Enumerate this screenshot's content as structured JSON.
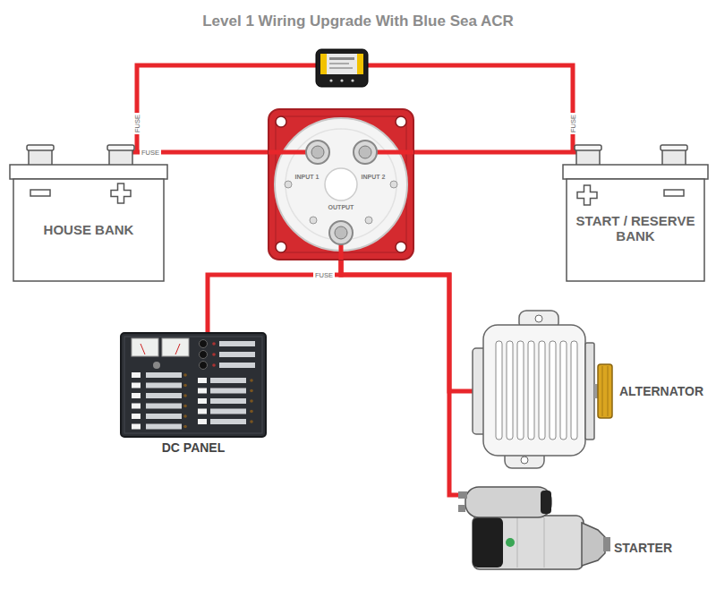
{
  "diagram": {
    "title": "Level 1 Wiring Upgrade With Blue Sea ACR",
    "nodes": [
      {
        "text": [
          "HOUSE BANK"
        ]
      },
      {
        "text": [
          "INPUT 1",
          "INPUT 2",
          "OUTPUT"
        ]
      },
      {
        "text": [
          "START / RESERVE BANK"
        ]
      },
      {
        "text": [
          "DC PANEL"
        ]
      },
      {
        "text": [
          "ALTERNATOR"
        ]
      },
      {
        "text": [
          "STARTER"
        ]
      }
    ],
    "edges": [
      {
        "from": 0,
        "to": 2,
        "arrow": "none"
      },
      {
        "from": 0,
        "to": 1,
        "arrow": "none"
      },
      {
        "from": 2,
        "to": 1,
        "arrow": "none"
      },
      {
        "from": 1,
        "to": 3,
        "arrow": "none"
      },
      {
        "from": 1,
        "to": 4,
        "arrow": "none"
      },
      {
        "from": 1,
        "to": 5,
        "arrow": "none"
      }
    ],
    "labels": [
      "FUSE",
      "FUSE",
      "FUSE",
      "FUSE"
    ]
  }
}
